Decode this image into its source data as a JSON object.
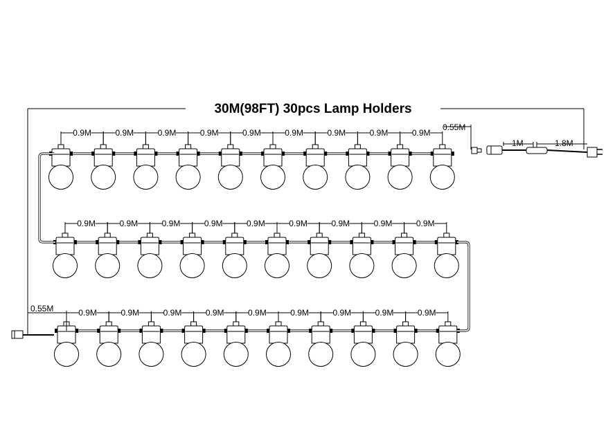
{
  "title": "30M(98FT) 30pcs Lamp Holders",
  "lamp_spacing_label": "0.9M",
  "end_lead_label": "0.55M",
  "plug_cable": {
    "segment_1": "1M",
    "segment_2": "1.8M"
  },
  "rows": [
    {
      "lamps": 10,
      "spacing_labels": 9,
      "lead_label": "0.55M"
    },
    {
      "lamps": 10,
      "spacing_labels": 9
    },
    {
      "lamps": 10,
      "spacing_labels": 9,
      "lead_label": "0.55M"
    }
  ]
}
